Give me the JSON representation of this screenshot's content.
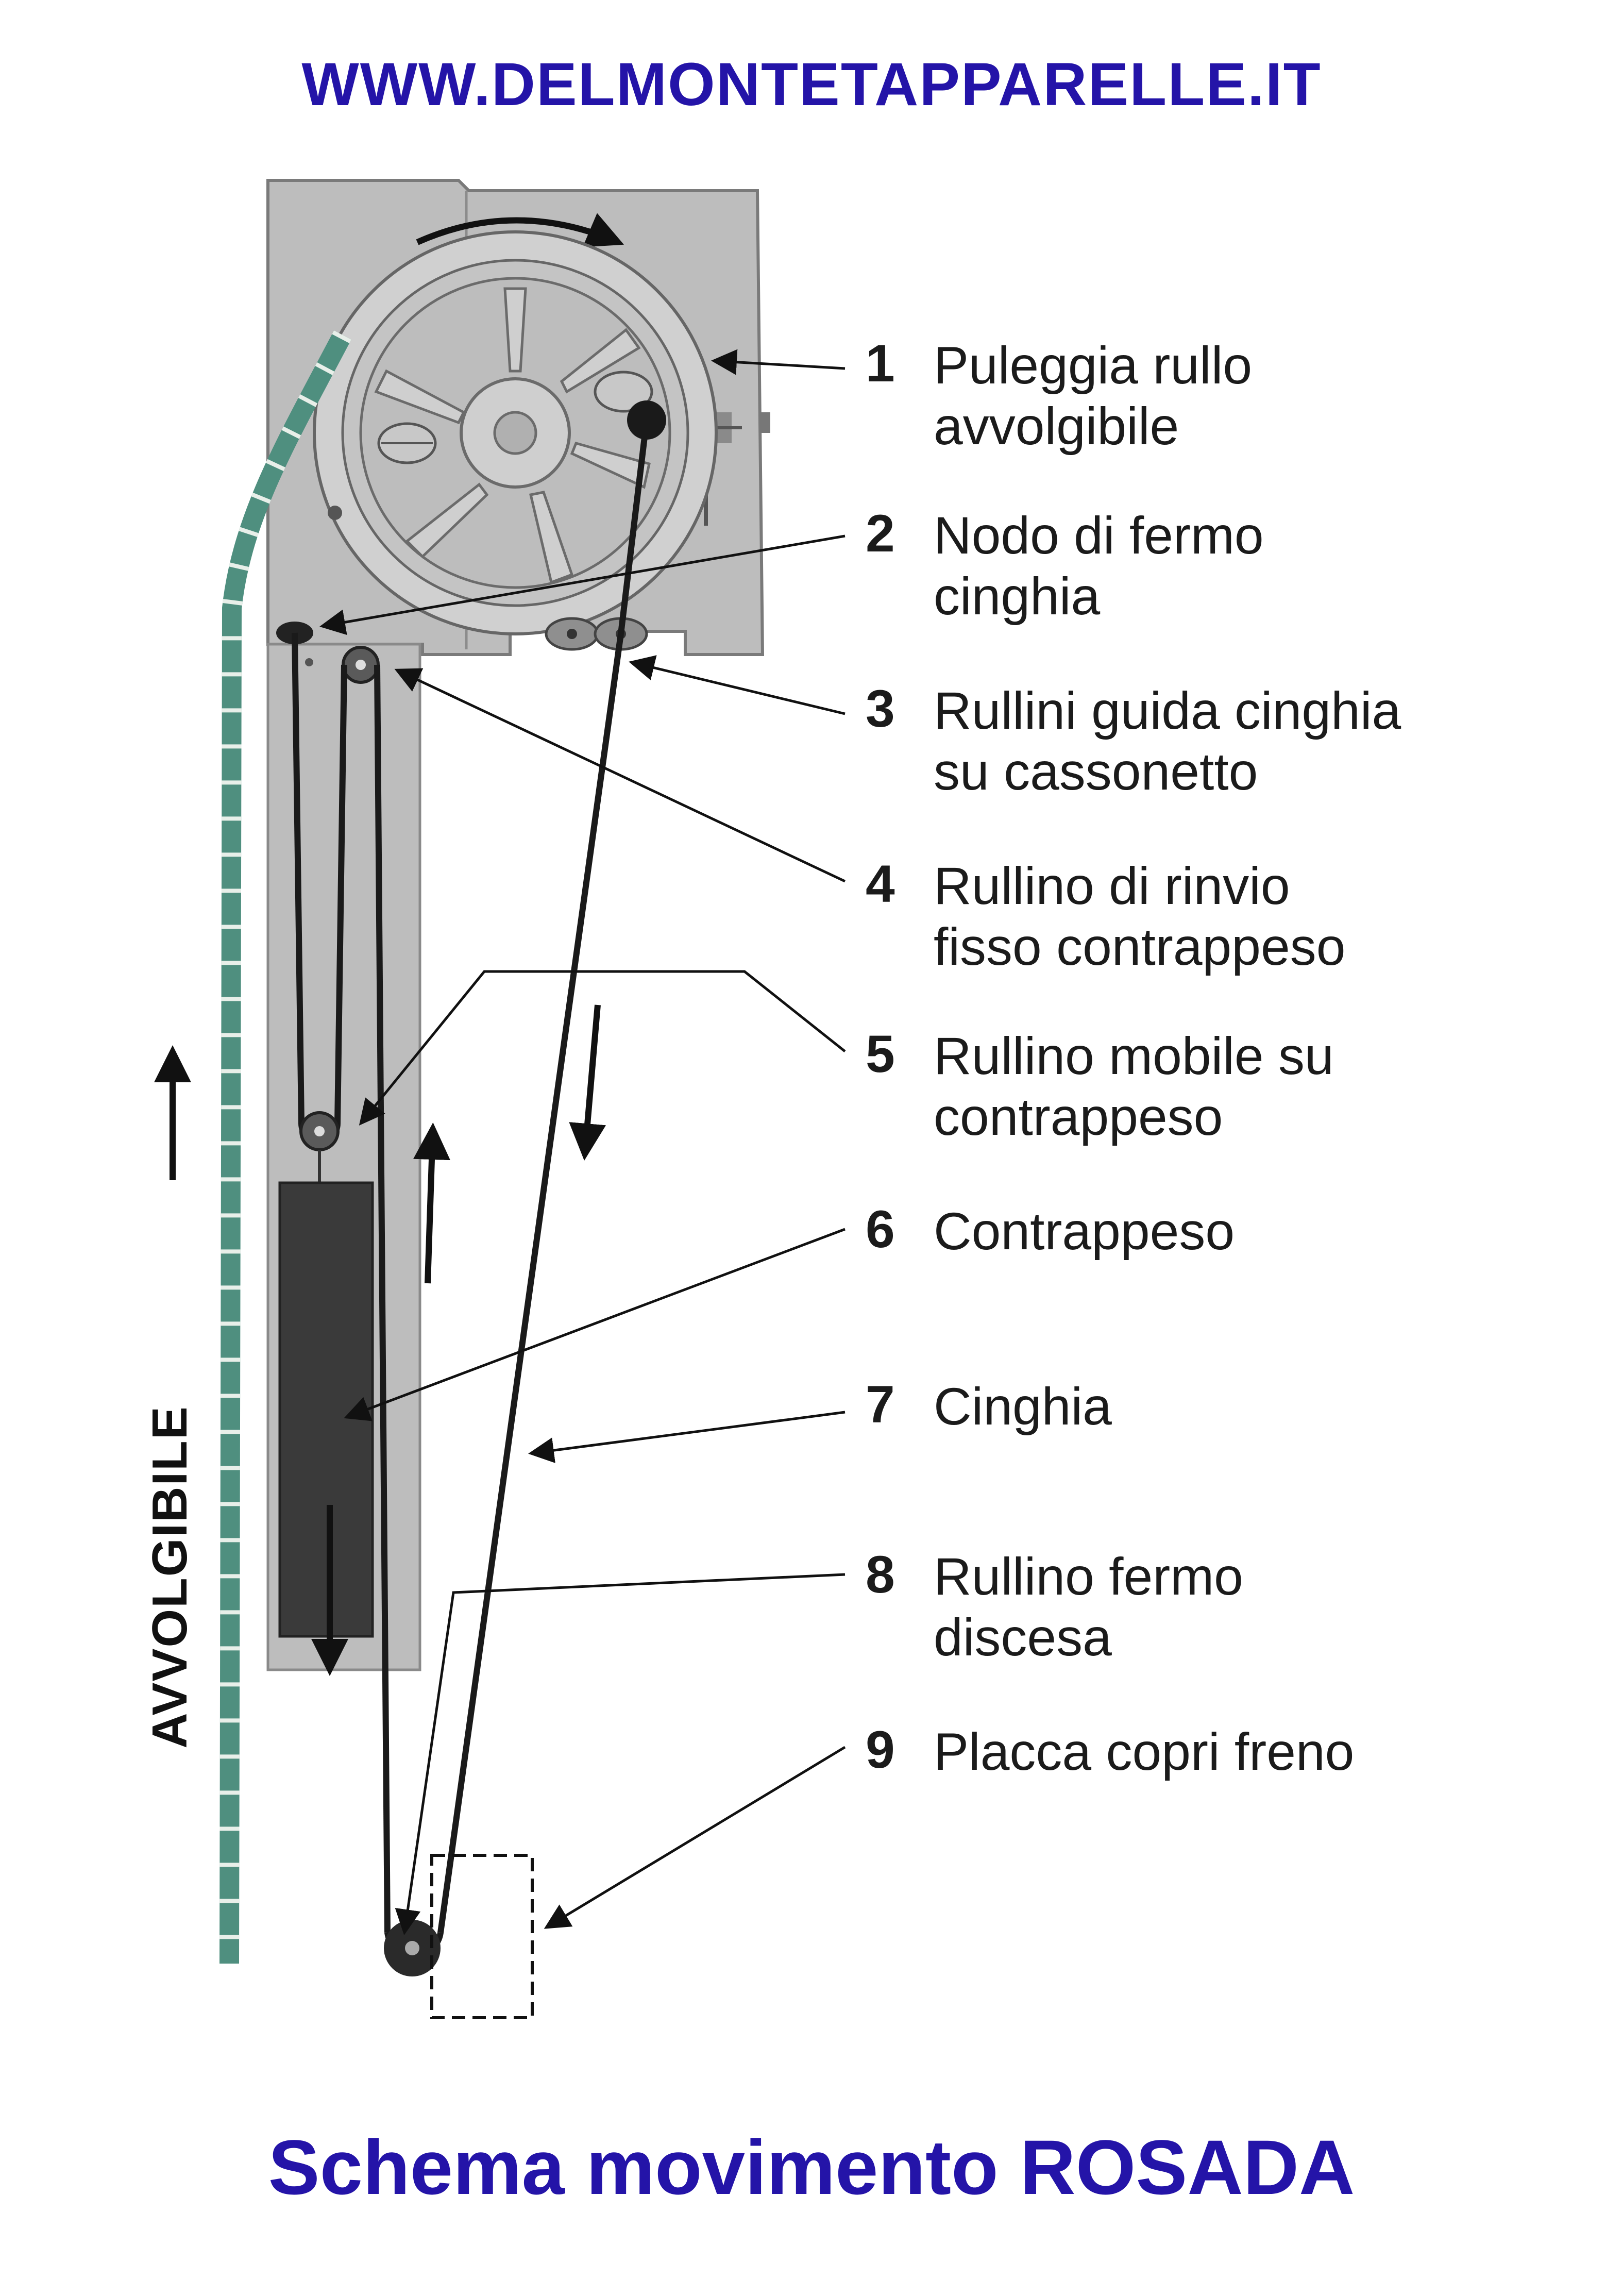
{
  "header": {
    "website": "WWW.DELMONTETAPPARELLE.IT"
  },
  "footer": {
    "title": "Schema movimento ROSADA"
  },
  "shutter_label": "AVVOLGIBILE",
  "legend": [
    {
      "number": "1",
      "line1": "Puleggia rullo",
      "line2": "avvolgibile"
    },
    {
      "number": "2",
      "line1": "Nodo di fermo",
      "line2": "cinghia"
    },
    {
      "number": "3",
      "line1": "Rullini guida cinghia",
      "line2": "su cassonetto"
    },
    {
      "number": "4",
      "line1": "Rullino di rinvio",
      "line2": "fisso contrappeso"
    },
    {
      "number": "5",
      "line1": "Rullino mobile su",
      "line2": "contrappeso"
    },
    {
      "number": "6",
      "line1": "Contrappeso",
      "line2": ""
    },
    {
      "number": "7",
      "line1": "Cinghia",
      "line2": ""
    },
    {
      "number": "8",
      "line1": "Rullino fermo",
      "line2": "discesa"
    },
    {
      "number": "9",
      "line1": "Placca copri freno",
      "line2": ""
    }
  ],
  "colors": {
    "brand_blue": "#2414a8",
    "housing_gray": "#b5b5b5",
    "counterweight": "#3a3a3a",
    "shutter_green": "#4f8f7f",
    "belt": "#1a1a1a"
  }
}
